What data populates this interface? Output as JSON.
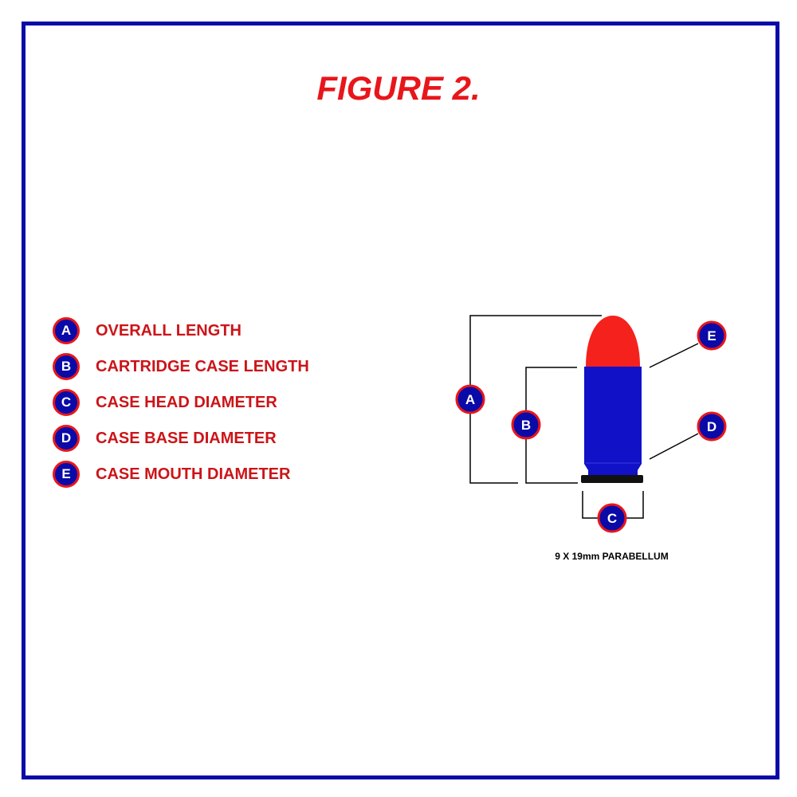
{
  "title": "FIGURE 2.",
  "legend": [
    {
      "letter": "A",
      "label": "OVERALL LENGTH"
    },
    {
      "letter": "B",
      "label": "CARTRIDGE CASE LENGTH"
    },
    {
      "letter": "C",
      "label": "CASE HEAD DIAMETER"
    },
    {
      "letter": "D",
      "label": "CASE BASE DIAMETER"
    },
    {
      "letter": "E",
      "label": "CASE MOUTH DIAMETER"
    }
  ],
  "diagram": {
    "caption": "9 X 19mm PARABELLUM",
    "markers": {
      "a": "A",
      "b": "B",
      "c": "C",
      "d": "D",
      "e": "E"
    }
  },
  "colors": {
    "border": "#0a0aa8",
    "title": "#e8161b",
    "badge_fill": "#0a0aa8",
    "badge_ring": "#e8161b",
    "bullet": "#f5211c",
    "case": "#1111c8",
    "rim": "#111111"
  }
}
